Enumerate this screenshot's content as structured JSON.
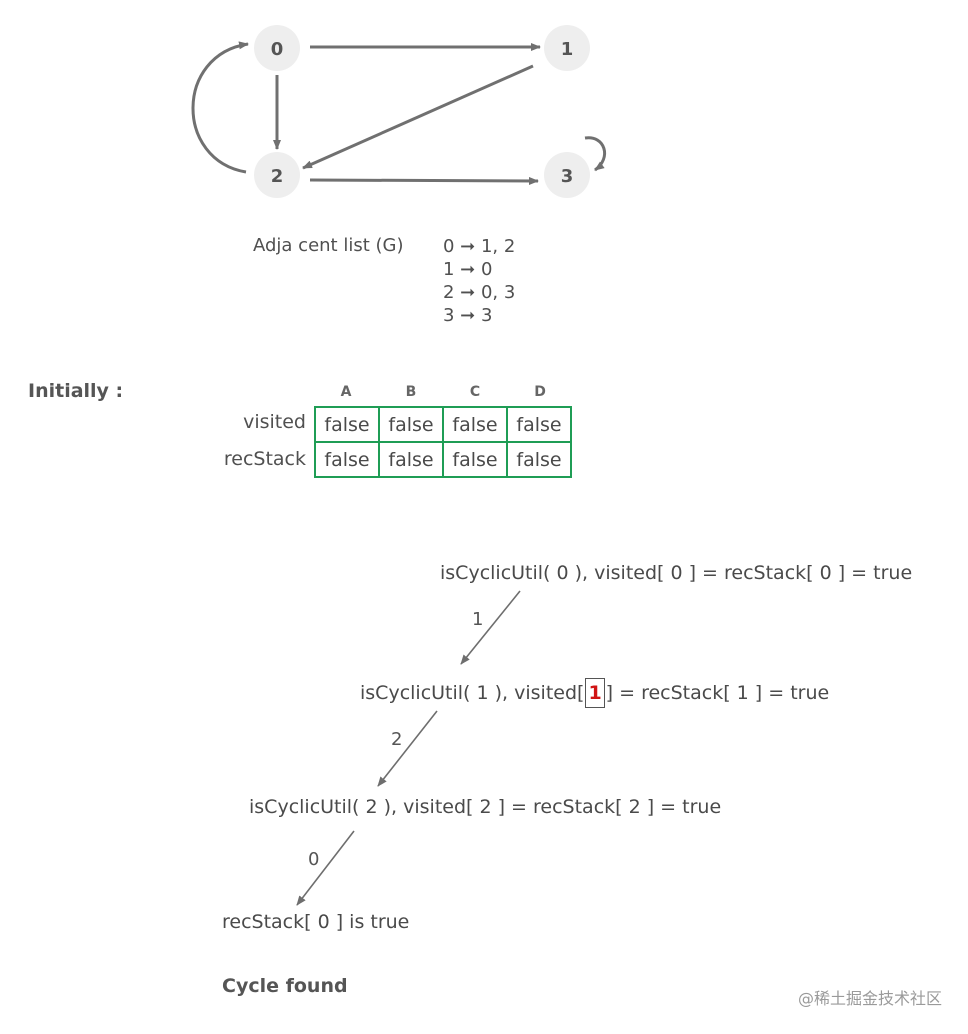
{
  "graph": {
    "nodes": [
      "0",
      "1",
      "2",
      "3"
    ]
  },
  "adjacency": {
    "title": "Adja cent list  (G)",
    "rows": [
      "0 ➞ 1, 2",
      "1 ➞ 0",
      "2 ➞ 0, 3",
      "3 ➞ 3"
    ]
  },
  "initial_state": {
    "heading": "Initially :",
    "columns": [
      "A",
      "B",
      "C",
      "D"
    ],
    "rows": [
      {
        "label": "visited",
        "values": [
          "false",
          "false",
          "false",
          "false"
        ]
      },
      {
        "label": "recStack",
        "values": [
          "false",
          "false",
          "false",
          "false"
        ]
      }
    ]
  },
  "trace": {
    "step0": "isCyclicUtil( 0 ), visited[ 0 ] = recStack[ 0 ] = true",
    "edge1": "1",
    "step1_prefix": "isCyclicUtil( 1 ), visited[",
    "step1_index": "1",
    "step1_suffix": "] = recStack[ 1 ] = true",
    "edge2": "2",
    "step2": "isCyclicUtil( 2 ), visited[ 2 ] = recStack[ 2 ] = true",
    "edge0": "0",
    "final": "recStack[ 0 ] is true",
    "result": "Cycle found"
  },
  "watermark": "@稀土掘金技术社区",
  "colors": {
    "table_border": "#1f9d55",
    "highlight": "#d01414",
    "node_fill": "#eeeeee",
    "edge": "#707070"
  }
}
